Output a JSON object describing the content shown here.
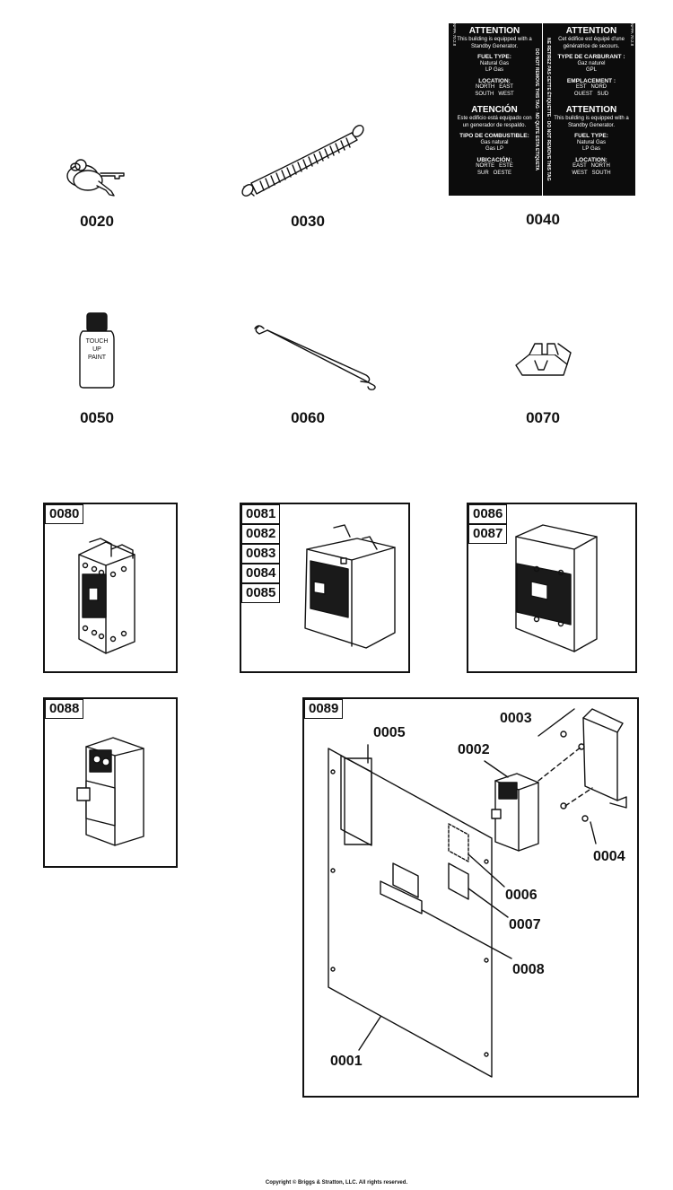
{
  "parts_row1": [
    {
      "num": "0020"
    },
    {
      "num": "0030"
    },
    {
      "num": "0040"
    }
  ],
  "parts_row2": [
    {
      "num": "0050"
    },
    {
      "num": "0060"
    },
    {
      "num": "0070"
    }
  ],
  "paint_bottle_text": [
    "TOUCH",
    "UP",
    "PAINT"
  ],
  "boxes": {
    "b0080": [
      "0080"
    ],
    "b0081": [
      "0081",
      "0082",
      "0083",
      "0084",
      "0085"
    ],
    "b0086": [
      "0086",
      "0087"
    ],
    "b0088": [
      "0088"
    ],
    "b0089": [
      "0089"
    ]
  },
  "callouts": {
    "c0001": "0001",
    "c0002": "0002",
    "c0003": "0003",
    "c0004": "0004",
    "c0005": "0005",
    "c0006": "0006",
    "c0007": "0007",
    "c0008": "0008"
  },
  "sticker": {
    "en": {
      "title": "ATTENTION",
      "sub": "This building is equipped with a Standby Generator.",
      "fuel_h": "FUEL TYPE:",
      "fuel_1": "Natural Gas",
      "fuel_2": "LP Gas",
      "loc_h": "LOCATION:",
      "loc_1": "NORTH",
      "loc_2": "EAST",
      "loc_3": "SOUTH",
      "loc_4": "WEST"
    },
    "es": {
      "title": "ATENCIÓN",
      "sub": "Este edificio está equipado con un generador de respaldo.",
      "fuel_h": "TIPO DE COMBUSTIBLE:",
      "fuel_1": "Gas natural",
      "fuel_2": "Gas LP",
      "loc_h": "UBICACIÓN:",
      "loc_1": "NORTE",
      "loc_2": "ESTE",
      "loc_3": "SUR",
      "loc_4": "OESTE"
    },
    "fr": {
      "title": "ATTENTION",
      "sub": "Cet édifice est équipé d'une génératrice de secours.",
      "fuel_h": "TYPE DE CARBURANT :",
      "fuel_1": "Gaz naturel",
      "fuel_2": "GPL",
      "loc_h": "EMPLACEMENT :",
      "loc_1": "EST",
      "loc_2": "NORD",
      "loc_3": "OUEST",
      "loc_4": "SUD"
    },
    "en2": {
      "title": "ATTENTION",
      "sub": "This building is equipped with a Standby Generator.",
      "fuel_h": "FUEL TYPE:",
      "fuel_1": "Natural Gas",
      "fuel_2": "LP Gas",
      "loc_h": "LOCATION:",
      "loc_1": "EAST",
      "loc_2": "NORTH",
      "loc_3": "WEST",
      "loc_4": "SOUTH"
    },
    "strip_left_1": "DO NOT REMOVE THIS TAG",
    "strip_left_2": "NO QUITE ESTA ETIQUETA",
    "strip_right_1": "NE RETIREZ PAS CETTE ÉTIQUETTE",
    "strip_right_2": "DO NOT REMOVE THIS TAG",
    "nfpa": "NFPA 70.2.8"
  },
  "copyright": "Copyright © Briggs & Stratton, LLC. All rights reserved."
}
